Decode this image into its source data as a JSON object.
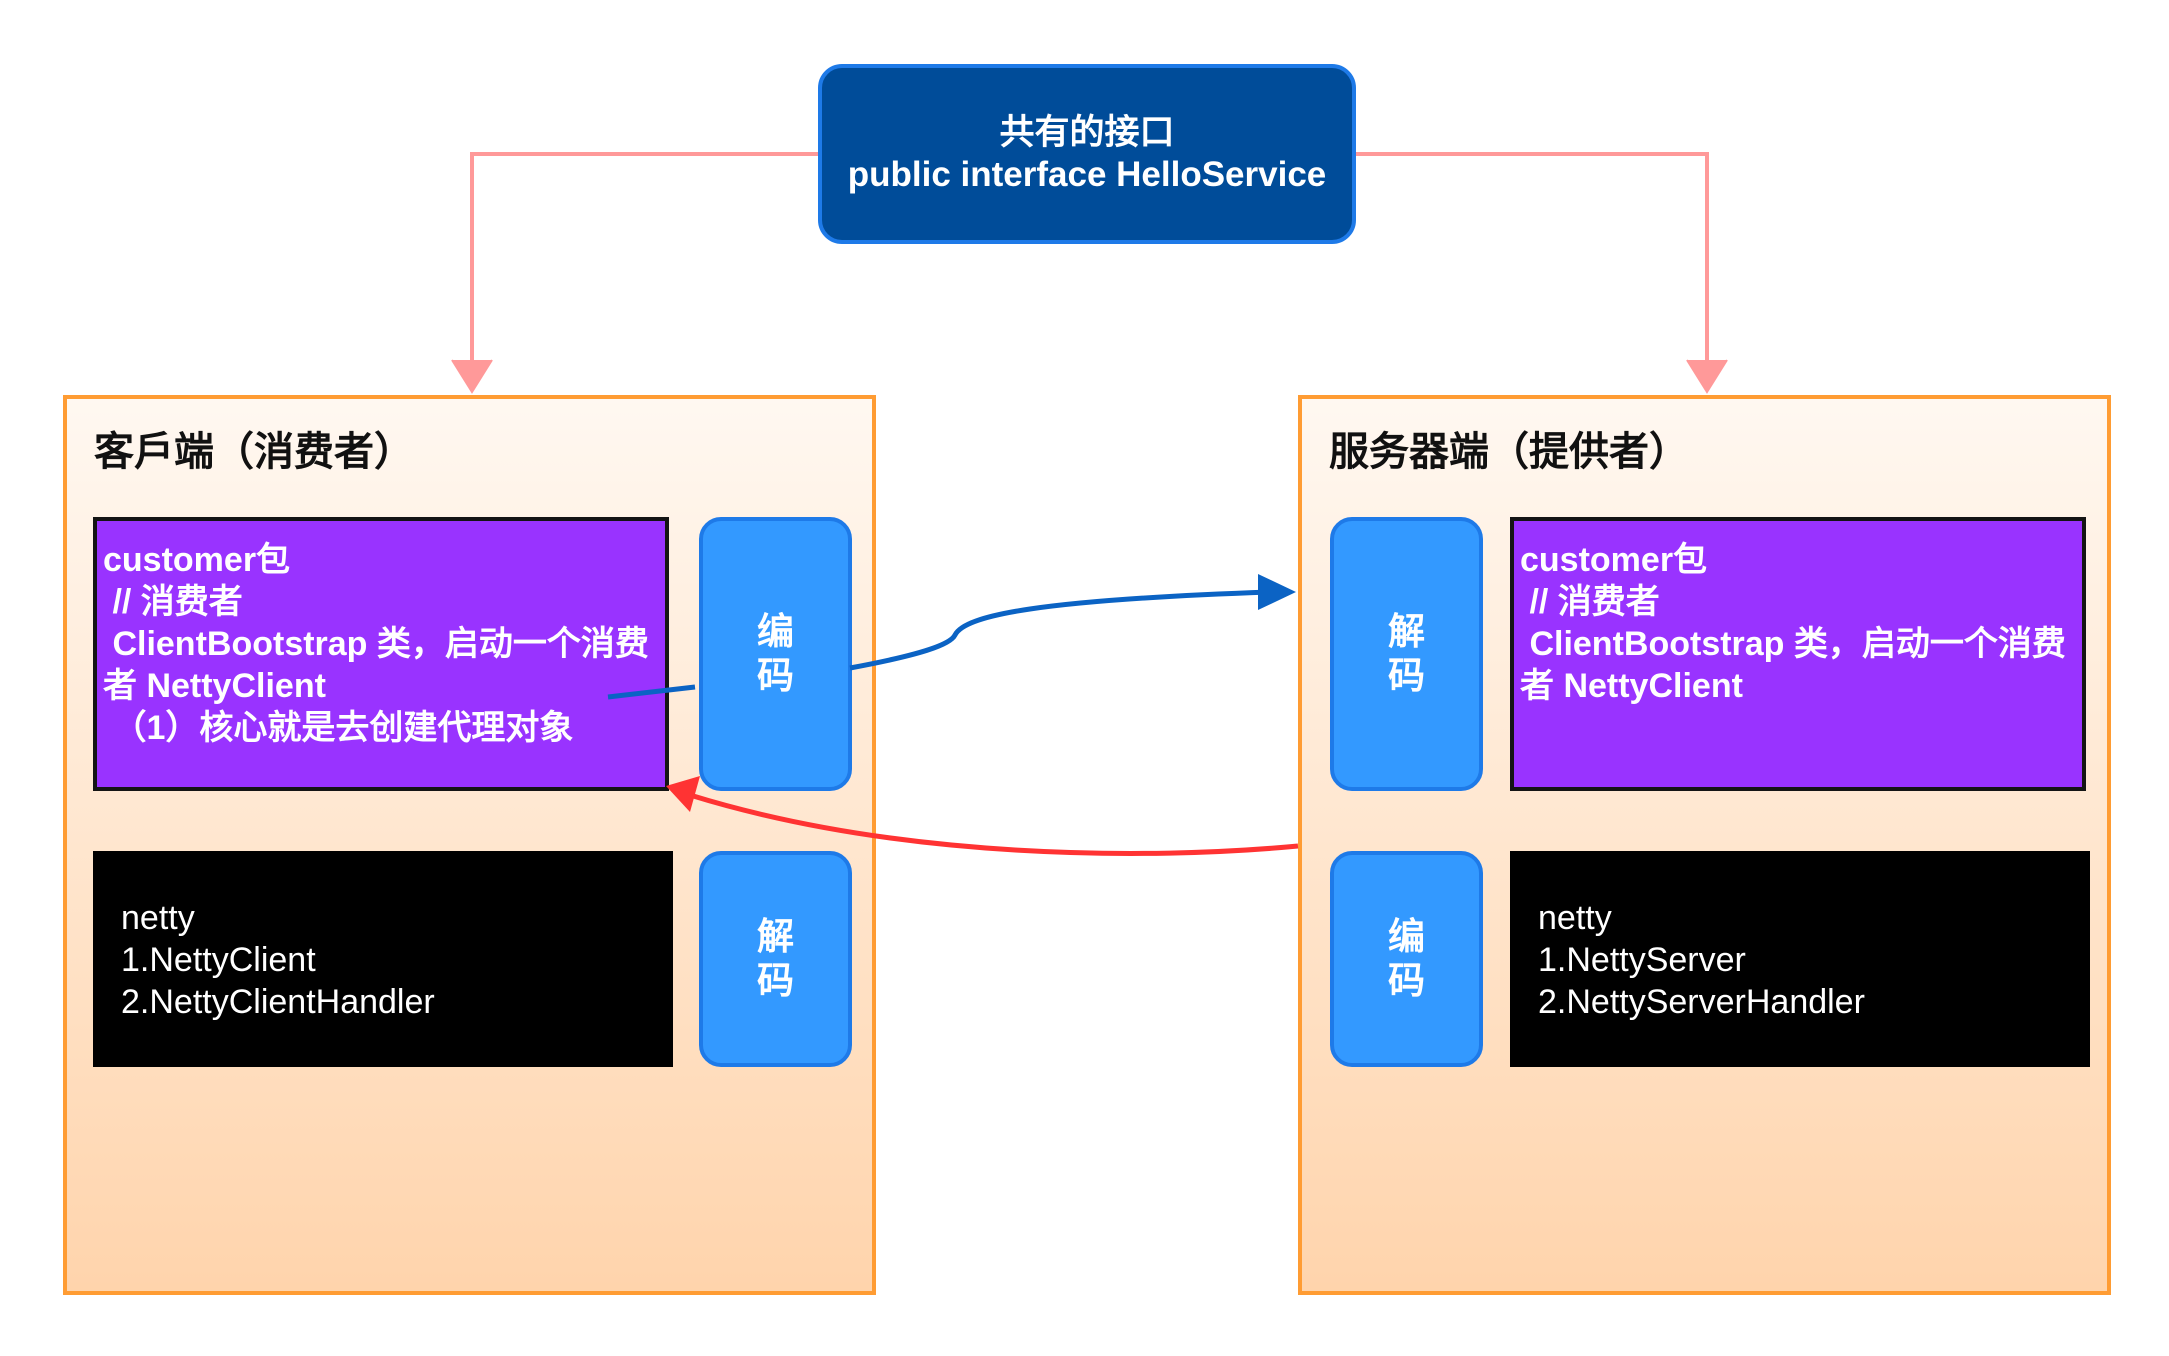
{
  "interface_box": {
    "line1": "共有的接口",
    "line2": "public interface HelloService"
  },
  "client": {
    "title": "客戶端（消费者）",
    "package_text": "customer包\n // 消费者\n ClientBootstrap 类，启动一个消费者 NettyClient\n （1）核心就是去创建代理对象",
    "netty_text": "netty\n1.NettyClient\n2.NettyClientHandler",
    "encode_label": "编码",
    "decode_label": "解码"
  },
  "server": {
    "title": "服务器端（提供者）",
    "package_text": "customer包\n // 消费者\n ClientBootstrap 类，启动一个消费者 NettyClient",
    "netty_text": "netty\n1.NettyServer\n2.NettyServerHandler",
    "decode_label": "解码",
    "encode_label": "编码"
  },
  "colors": {
    "interface_fill": "#004c99",
    "side_border": "#ff9c33",
    "package_fill": "#9933ff",
    "codec_fill": "#3399ff",
    "request_arrow": "#0b63c4",
    "response_arrow": "#ff3333",
    "interface_link": "#ff9999"
  }
}
